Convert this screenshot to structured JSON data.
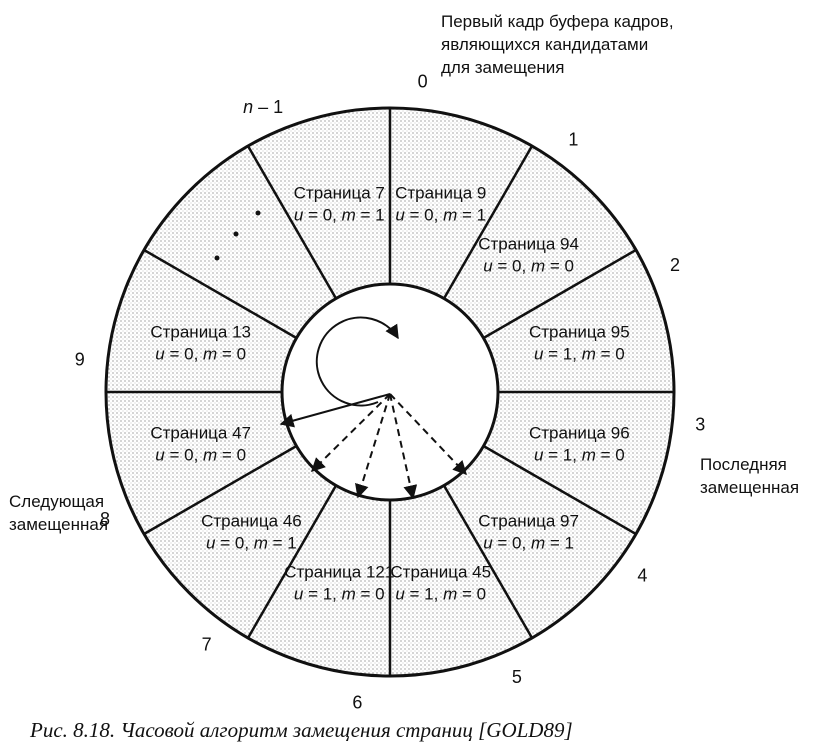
{
  "annotations": {
    "first_frame": [
      "Первый кадр буфера кадров,",
      "являющихся кандидатами",
      "для замещения"
    ],
    "last_replaced": [
      "Последняя",
      "замещенная"
    ],
    "next_replaced": [
      "Следующая",
      "замещенная"
    ]
  },
  "frames": [
    {
      "index": "0",
      "page": "Страница 9",
      "u": "0",
      "m": "1"
    },
    {
      "index": "1",
      "page": "Страница 94",
      "u": "0",
      "m": "0"
    },
    {
      "index": "2",
      "page": "Страница 95",
      "u": "1",
      "m": "0"
    },
    {
      "index": "3",
      "page": "Страница 96",
      "u": "1",
      "m": "0"
    },
    {
      "index": "4",
      "page": "Страница 97",
      "u": "0",
      "m": "1"
    },
    {
      "index": "5",
      "page": "Страница 45",
      "u": "1",
      "m": "0"
    },
    {
      "index": "6",
      "page": "Страница 121",
      "u": "1",
      "m": "0"
    },
    {
      "index": "7",
      "page": "Страница 46",
      "u": "0",
      "m": "1"
    },
    {
      "index": "8",
      "page": "Страница 47",
      "u": "0",
      "m": "0"
    },
    {
      "index": "9",
      "page": "Страница 13",
      "u": "0",
      "m": "0"
    },
    {
      "index": "",
      "page": "",
      "u": "",
      "m": ""
    },
    {
      "index": "n – 1",
      "page": "Страница 7",
      "u": "0",
      "m": "1"
    }
  ],
  "caption": "Рис. 8.18. Часовой алгоритм замещения страниц [GOLD89]",
  "colors": {
    "stroke": "#111111",
    "shade": "#d9d9d9",
    "background": "#ffffff"
  }
}
